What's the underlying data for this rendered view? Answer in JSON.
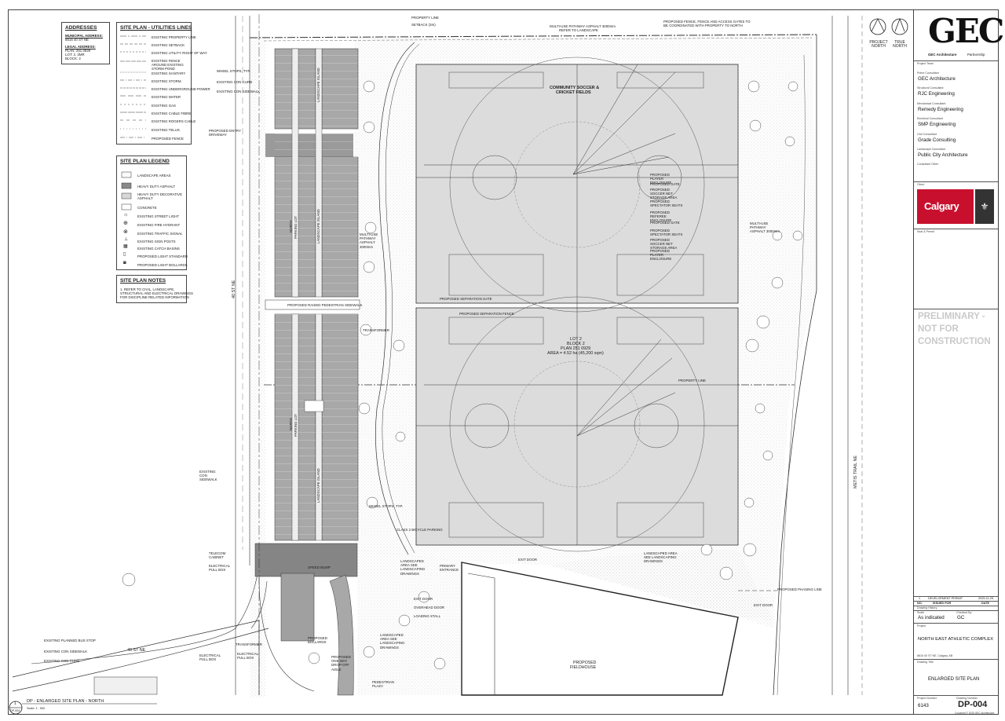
{
  "addresses": {
    "title": "ADDRESSES",
    "municipal_label": "MUNICIPAL ADDRESS:",
    "municipal_value": "8616 40 ST NE",
    "legal_label": "LEGAL ADDRESS:",
    "legal_line1": "PLAN: 251 0929",
    "legal_line2": "LOT: 2, 3MR",
    "legal_line3": "BLOCK: 2"
  },
  "utilities": {
    "title": "SITE PLAN - UTILITIES LINES",
    "items": [
      "EXISTING PROPERTY LINE",
      "EXISTING SETBACK",
      "EXISTING UTILITY RIGHT OF WAY",
      "EXISTING FENCE AROUND EXISTING STORM POND",
      "EXISTING SANITARY",
      "EXISTING STORM",
      "EXISTING UNDERGROUND POWER",
      "EXISTING WATER",
      "EXISTING GAS",
      "EXISTING CABLE FIBRE",
      "EXISTING ROGERS CABLE",
      "EXISTING TELUS",
      "PROPOSED FENCE"
    ]
  },
  "legend": {
    "title": "SITE PLAN LEGEND",
    "items": [
      {
        "label": "LANDSCAPE AREAS",
        "fill": "#f3f3f3"
      },
      {
        "label": "HEAVY DUTY ASPHALT",
        "fill": "#8a8a8a"
      },
      {
        "label": "HEAVY DUTY DECORATIVE ASPHALT",
        "fill": "#d8d8d8"
      },
      {
        "label": "CONCRETE",
        "fill": "#ffffff"
      },
      {
        "label": "EXISTING STREET LIGHT",
        "fill": ""
      },
      {
        "label": "EXISTING FIRE HYDRANT",
        "fill": ""
      },
      {
        "label": "EXISTING TRAFFIC SIGNAL",
        "fill": ""
      },
      {
        "label": "EXISTING SIGN POSTS",
        "fill": ""
      },
      {
        "label": "EXISTING CATCH BASINS",
        "fill": ""
      },
      {
        "label": "PROPOSED LIGHT STANDARD",
        "fill": ""
      },
      {
        "label": "PROPOSED LIGHT BOLLARDS",
        "fill": ""
      }
    ]
  },
  "notes": {
    "title": "SITE PLAN NOTES",
    "line1": "1. REFER TO CIVIL, LANDSCAPE,",
    "line2": "STRUCTURAL AND ELECTRICAL DRAWINGS",
    "line3": "FOR DISCIPLINE RELATED INFORMATION"
  },
  "plan_labels": {
    "fields_title_1": "COMMUNITY SOCCER &",
    "fields_title_2": "CRICKET FIELDS",
    "lot_1": "LOT 2",
    "lot_2": "BLOCK 2",
    "lot_3": "PLAN 251 0929",
    "lot_4": "AREA = 4.52 ha (45,200 sqm)",
    "street_west": "40 ST NE",
    "street_south": "40 ST NE",
    "street_east": "METIS TRAIL NE",
    "fieldhouse_1": "PROPOSED",
    "fieldhouse_2": "FIELDHOUSE",
    "property_line": "PROPERTY LINE",
    "setback": "SETBACK (3m)",
    "mup": "MULTI-USE PATHWAY ASPHALT 3000mm",
    "mup_ref": "REFER TO LANDSCAPE",
    "fence_note_1": "PROPOSED FENCE, FENCE AND ACCESS GATES TO",
    "fence_note_2": "BE COORDINATED WITH PROPERTY TO NORTH",
    "wheel_stops": "WHEEL STOPS, TYP.",
    "con_curb": "EXISTING CON CURB",
    "con_sidewalk": "EXISTING CON SIDEWALK",
    "entry_1": "PROPOSED ENTRY",
    "entry_2": "DRIVEWAY",
    "north_lot_1": "NORTH",
    "north_lot_2": "PARKING LOT",
    "landscape_island": "LANDSCAPE ISLAND",
    "raised_sidewalk": "PROPOSED RAISED PEDESTRIAN SIDEWALK",
    "transformer": "TRANSFORMER",
    "sep_gate": "PROPOSED SEPARATION GATE",
    "sep_fence": "PROPOSED SEPARATION FENCE",
    "player_encl": "PROPOSED PLAYER ENCLOSURE",
    "gate": "PROPOSED GATE",
    "soccer_net": "PROPOSED SOCCER NET STORAGE AREA",
    "spectator": "PROPOSED SPECTATOR SEATS",
    "referee": "PROPOSED REFEREE ENCLOSURE",
    "elec_pull": "ELECTRICAL PULL BOX",
    "telecom": "TELECOM CABINET",
    "speed_bump": "SPEED BUMP",
    "primary_entrance": "PRIMARY ENTRANCE",
    "exit_door": "EXIT DOOR",
    "overhead_door": "OVERHEAD DOOR",
    "loading_stall": "LOADING STALL",
    "bus_stop": "EXISTING PLANNED BUS STOP",
    "phasing_line": "PROPOSED PHASING LINE",
    "pedestrian_plaza": "PEDESTRIAN PLAZA",
    "bollards": "PROPOSED BOLLARDS",
    "dropoff": "PROPOSED ONE WAY DROP-OFF AISLE",
    "landscape_area": "LANDSCAPED AREA SEE LANDSCAPING DRAWINGS",
    "bike_parking": "CLASS 2 BICYCLE PARKING",
    "existing_con_sidewalk_2": "EXISTING CON SIDEWALK",
    "existing_con_curb_2": "EXISTING CON CURB",
    "electrical_pull_box_label": "ELECTRICAL PULL BOX"
  },
  "north": {
    "project": "PROJECT NORTH",
    "true": "TRUE NORTH"
  },
  "drawing_title": {
    "number": "1",
    "ref": "DP-004",
    "title": "DP - ENLARGED SITE PLAN - NORTH",
    "scale": "Scale: 1 : 500"
  },
  "title_block": {
    "logo": "GEC",
    "logo_sub_bold": "GEC Architecture",
    "logo_sub": "Partnership",
    "project_team": "Project Team",
    "prime_label": "Prime Consultant",
    "prime": "GEC Architecture",
    "structural_label": "Structural Consultant",
    "structural": "RJC Engineering",
    "mechanical_label": "Mechanical Consultant",
    "mechanical": "Remedy Engineering",
    "electrical_label": "Electrical Consultant",
    "electrical": "SMP Engineering",
    "civil_label": "Civil Consultant",
    "civil": "Grade Consulting",
    "landscape_label": "Landscape Consultant",
    "landscape": "Public City Architecture",
    "other_label": "Consultant Other",
    "client_label": "Client",
    "client": "Calgary",
    "seal_label": "Seal & Permit",
    "prelim_1": "PRELIMINARY -",
    "prelim_2": "NOT FOR",
    "prelim_3": "CONSTRUCTION",
    "rev_no": "1",
    "rev_desc": "DEVELOPMENT PERMIT",
    "rev_date": "2025-11-25",
    "col_no": "NO.",
    "col_issued": "ISSUED FOR",
    "col_date": "DATE",
    "history_label": "Drawing History",
    "scale_label": "Scale",
    "checked_label": "Checked By",
    "scale_value": "As indicated",
    "checked_value": "GC",
    "project_label": "Project",
    "project_name": "NORTH EAST ATHLETIC COMPLEX",
    "project_address": "8616 40 ST NE, Calgary, AB",
    "drawing_title_label": "Drawing Title",
    "drawing_title": "ENLARGED SITE PLAN",
    "project_no_label": "Project Number",
    "project_no": "6143",
    "drawing_no_label": "Drawing Number",
    "drawing_no": "DP-004",
    "copyright": "Copyright © 2025 GEC Architecture"
  },
  "colors": {
    "line": "#333333",
    "field": "#dcdcdc",
    "asphalt": "#9a9a9a",
    "asphalt_dark": "#7f7f7f",
    "landscape": "#f4f4f4",
    "calgary_red": "#c8102e",
    "prelim": "#c9c9c9"
  }
}
